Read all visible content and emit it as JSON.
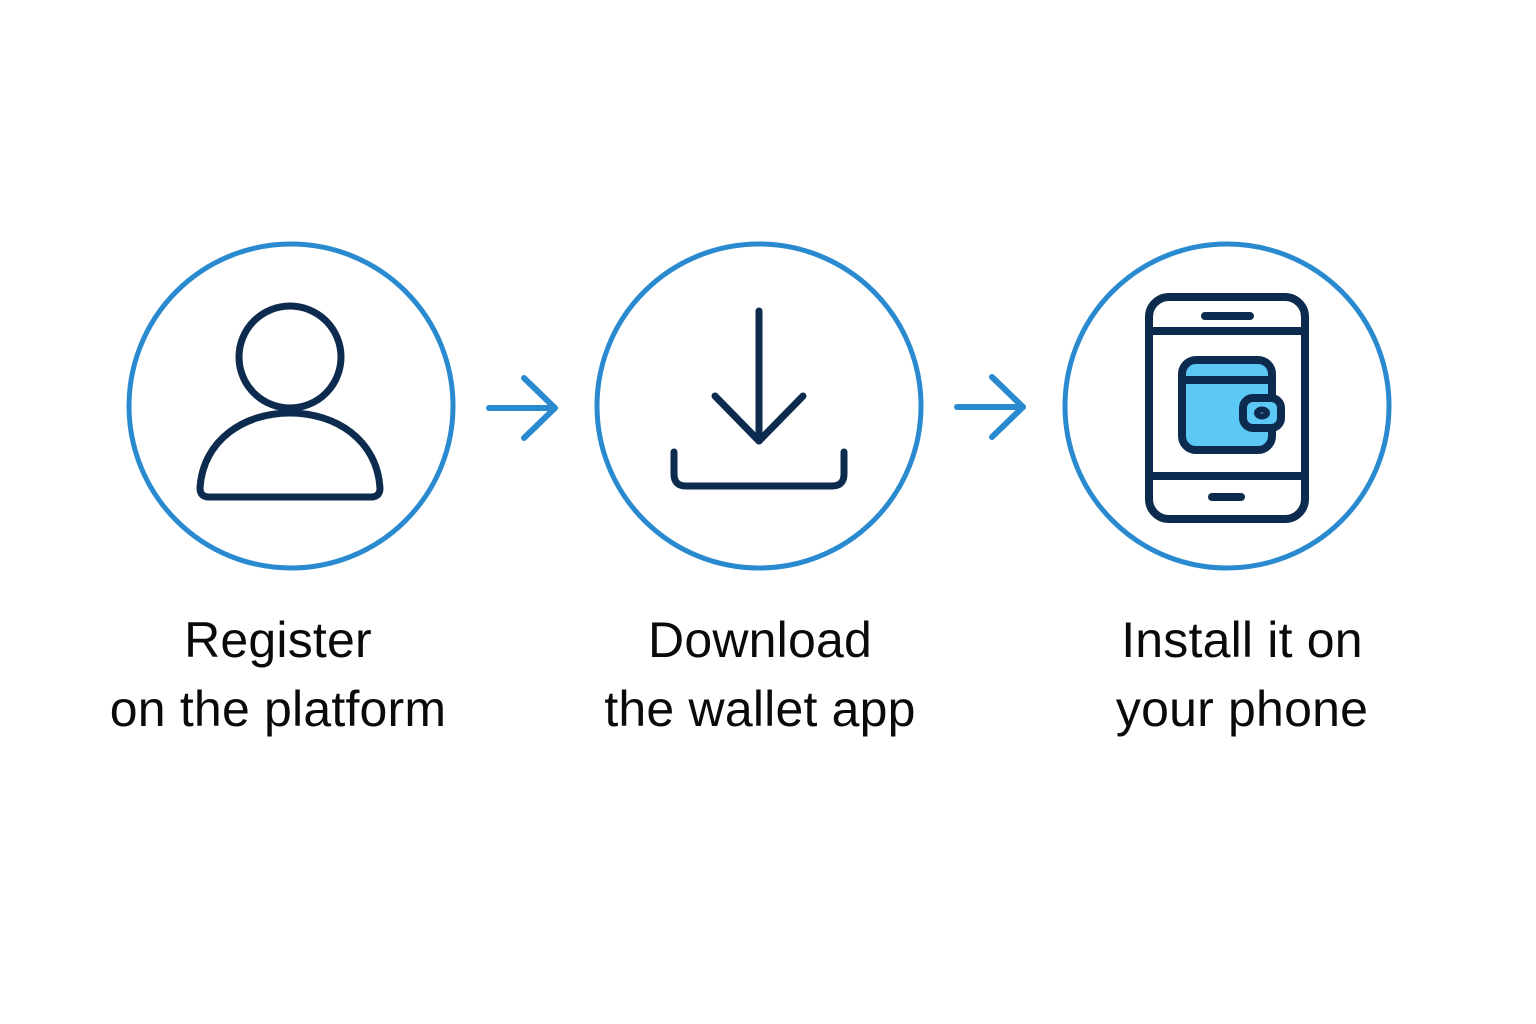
{
  "colors": {
    "circle_stroke": "#2A8AD0",
    "arrow": "#2A8AD0",
    "icon_stroke": "#0D2B4E",
    "wallet_fill": "#5BC8F5",
    "text": "#0a0a0a",
    "background": "#ffffff"
  },
  "steps": [
    {
      "icon": "user-icon",
      "label_line1": "Register",
      "label_line2": "on the platform"
    },
    {
      "icon": "download-icon",
      "label_line1": "Download",
      "label_line2": "the wallet app"
    },
    {
      "icon": "phone-wallet-icon",
      "label_line1": "Install it on",
      "label_line2": "your phone"
    }
  ],
  "connectors": [
    {
      "from": 1,
      "to": 2,
      "icon": "arrow-right-icon"
    },
    {
      "from": 2,
      "to": 3,
      "icon": "arrow-right-icon"
    }
  ]
}
